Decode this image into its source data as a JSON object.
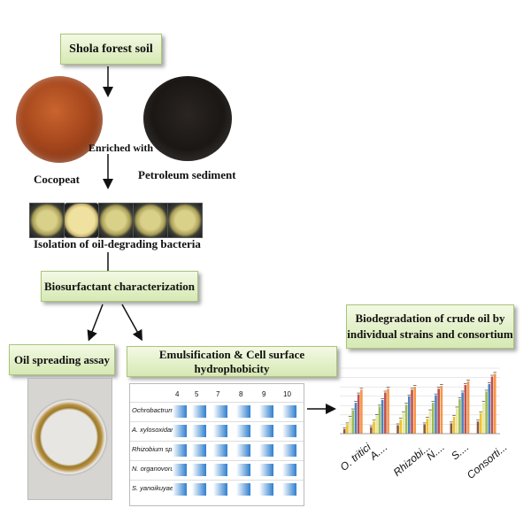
{
  "boxes": {
    "soil": "Shola forest soil",
    "biosurf": "Biosurfactant characterization",
    "oil_spread": "Oil spreading assay",
    "emulsification": "Emulsification & Cell surface hydrophobicity",
    "biodeg_line1": "Biodegradation of crude oil by",
    "biodeg_line2": "individual strains and consortium"
  },
  "labels": {
    "enriched": "Enriched with",
    "cocopeat": "Cocopeat",
    "petroleum": "Petroleum sediment",
    "isolation": "Isolation of oil-degrading bacteria"
  },
  "heatmap": {
    "columns": [
      "4",
      "5",
      "7",
      "8",
      "9",
      "10"
    ],
    "rows": [
      "Ochrobactrum sp.",
      "A. xylosoxidans",
      "Rhizobium sp.",
      "N. organovorum",
      "S. yanoikuyae"
    ]
  },
  "chart_data": {
    "type": "bar",
    "categories": [
      "O. tritici",
      "A....",
      "Rhizobi...",
      "N....",
      "S....",
      "Consorti..."
    ],
    "series": [
      {
        "values": [
          5,
          7,
          9,
          10,
          11,
          13
        ]
      },
      {
        "values": [
          10,
          13,
          15,
          16,
          18,
          22
        ]
      },
      {
        "values": [
          17,
          19,
          22,
          24,
          27,
          33
        ]
      },
      {
        "values": [
          25,
          29,
          31,
          33,
          37,
          45
        ]
      },
      {
        "values": [
          33,
          36,
          40,
          41,
          44,
          53
        ]
      },
      {
        "values": [
          42,
          44,
          47,
          48,
          52,
          61
        ]
      },
      {
        "values": [
          47,
          48,
          50,
          51,
          56,
          64
        ]
      }
    ],
    "colors": [
      "#8b5a3c",
      "#f2c12e",
      "#e8e8a0",
      "#9bbb59",
      "#4f81bd",
      "#c0504d",
      "#f79646"
    ],
    "ylim": [
      0,
      70
    ],
    "grid": true
  }
}
